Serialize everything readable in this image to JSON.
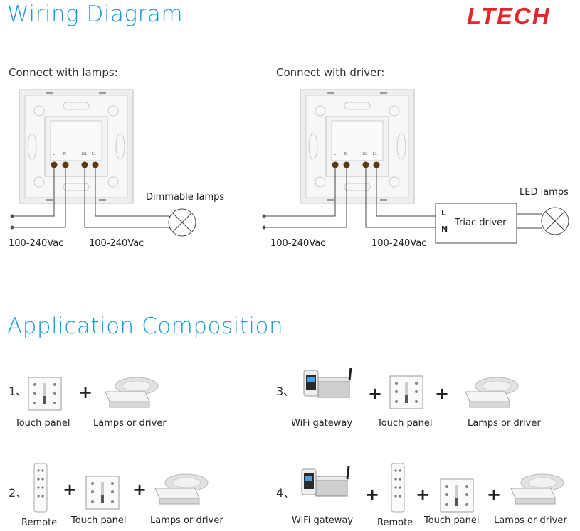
{
  "header": {
    "title": "Wiring Diagram",
    "brand": "LTECH"
  },
  "wiring": {
    "lamps": {
      "heading": "Connect with lamps:",
      "load_label": "Dimmable lamps",
      "supply_left": "100-240Vac",
      "supply_right": "100-240Vac"
    },
    "driver": {
      "heading": "Connect with driver:",
      "load_label": "LED lamps",
      "driver_label": "Triac driver",
      "driver_L": "L",
      "driver_N": "N",
      "supply_left": "100-240Vac",
      "supply_right": "100-240Vac"
    },
    "terminals": [
      "L",
      "N",
      "N1",
      "L1"
    ]
  },
  "application": {
    "title": "Application Composition",
    "items": [
      {
        "number": "1、",
        "labels": [
          "Touch panel",
          "Lamps or driver"
        ]
      },
      {
        "number": "2、",
        "labels": [
          "Remote",
          "Touch panel",
          "Lamps or driver"
        ]
      },
      {
        "number": "3、",
        "labels": [
          "WiFi gateway",
          "Touch panel",
          "Lamps or driver"
        ]
      },
      {
        "number": "4、",
        "labels": [
          "WiFi gateway",
          "Remote",
          "Touch panel",
          "Lamps or driver"
        ]
      }
    ],
    "plus": "+"
  },
  "colors": {
    "accent": "#1a9ad6",
    "brand": "#e3262b",
    "terminal": "#5b3a12"
  }
}
